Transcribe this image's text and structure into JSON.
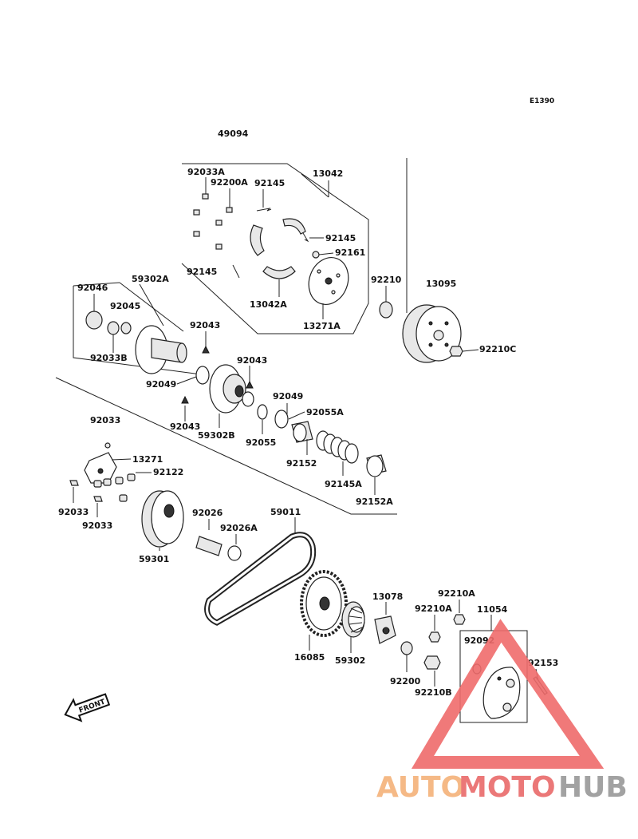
{
  "figure_code": "E1390",
  "parts": {
    "p49094": "49094",
    "p13042": "13042",
    "p92033A": "92033A",
    "p92200A": "92200A",
    "p92145a": "92145",
    "p92145b": "92145",
    "p92161": "92161",
    "p92145c": "92145",
    "p13042A": "13042A",
    "p13271A": "13271A",
    "p92210": "92210",
    "p13095": "13095",
    "p92210C": "92210C",
    "p59302A": "59302A",
    "p92046": "92046",
    "p92045": "92045",
    "p92033B": "92033B",
    "p92043a": "92043",
    "p92043b": "92043",
    "p92049a": "92049",
    "p92049b": "92049",
    "p92055A": "92055A",
    "p92043c": "92043",
    "p59302B": "59302B",
    "p92055": "92055",
    "p92152": "92152",
    "p92145A": "92145A",
    "p92152A": "92152A",
    "p92033": "92033",
    "p13271": "13271",
    "p92122": "92122",
    "p92033c": "92033",
    "p92033d": "92033",
    "p92026": "92026",
    "p92026A": "92026A",
    "p59011": "59011",
    "p59301": "59301",
    "p13078": "13078",
    "p92210A": "92210A",
    "p92210Ab": "92210A",
    "p11054": "11054",
    "p92092": "92092",
    "p92153": "92153",
    "p16085": "16085",
    "p59302": "59302",
    "p92200": "92200",
    "p92210B": "92210B"
  },
  "front_arrow_label": "FRONT",
  "watermark": {
    "part1": "AUTO",
    "part2": "MOTO",
    "part3": "HUB",
    "colors": {
      "part1": "#f4b27a",
      "part2": "#e96a6a",
      "part3": "#999999",
      "triangle": "#ef6b6b"
    }
  }
}
